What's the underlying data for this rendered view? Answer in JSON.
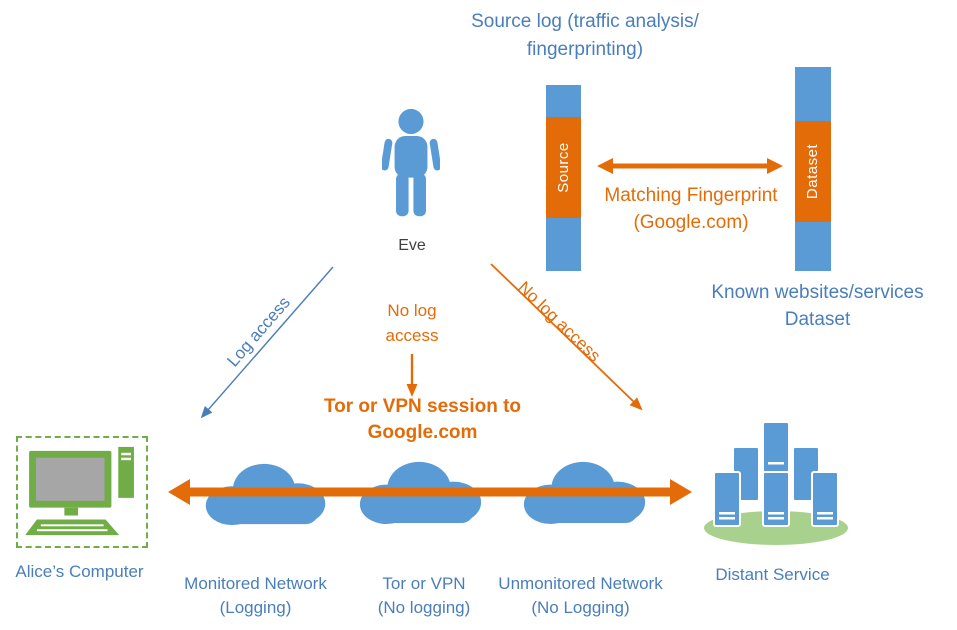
{
  "colors": {
    "text_blue": "#4A7EBB",
    "orange": "#E36C09",
    "icon_blue": "#5B9BD5",
    "green": "#70AD47",
    "light_green": "#A9D18E",
    "screen_gray": "#A6A6A6"
  },
  "header": {
    "title_line1": "Source log (traffic analysis/",
    "title_line2": "fingerprinting)"
  },
  "eve": {
    "label": "Eve"
  },
  "bars": {
    "source_label": "Source",
    "dataset_label": "Dataset"
  },
  "matching": {
    "line1": "Matching Fingerprint",
    "line2": "(Google.com)"
  },
  "dataset_caption": {
    "line1": "Known websites/services",
    "line2": "Dataset"
  },
  "access_labels": {
    "log_access": "Log access",
    "no_log_center_line1": "No log",
    "no_log_center_line2": "access",
    "no_log_right": "No log access"
  },
  "session": {
    "line1": "Tor or VPN session to",
    "line2": "Google.com"
  },
  "bottom": {
    "alice_label": "Alice’s Computer",
    "monitored_line1": "Monitored Network",
    "monitored_line2": "(Logging)",
    "tor_line1": "Tor or VPN",
    "tor_line2": "(No logging)",
    "unmonitored_line1": "Unmonitored Network",
    "unmonitored_line2": "(No Logging)",
    "distant_label": "Distant Service"
  }
}
